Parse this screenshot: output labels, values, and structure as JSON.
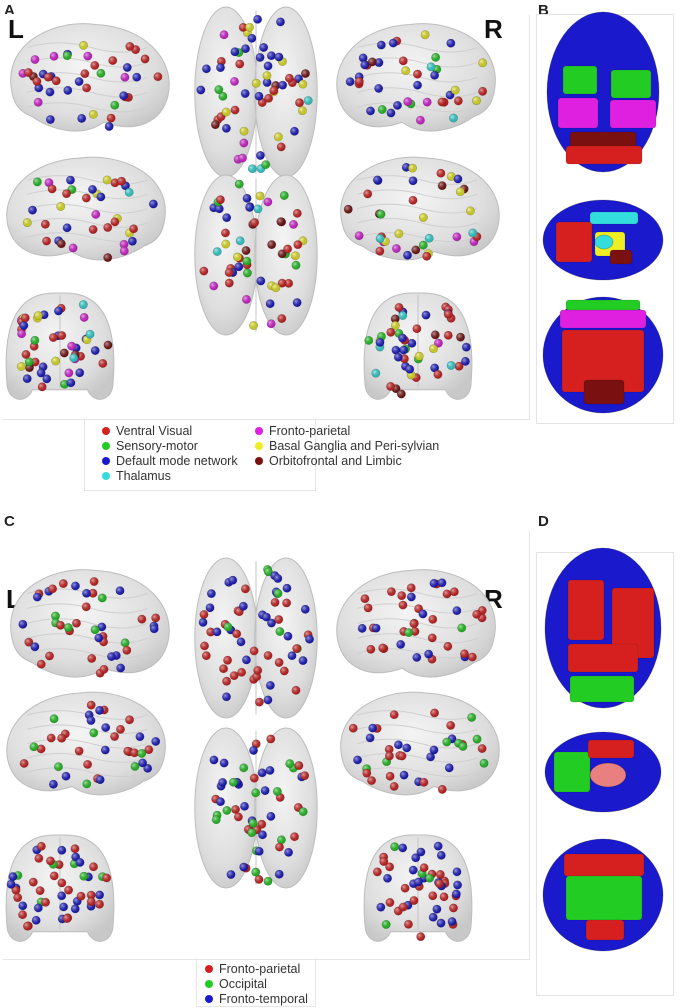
{
  "figure": {
    "panel_labels": [
      "A",
      "B",
      "C",
      "D"
    ],
    "hemisphere_left": "L",
    "hemisphere_right": "R"
  },
  "legend_top": {
    "items": [
      {
        "label": "Ventral Visual",
        "color": "#d62020"
      },
      {
        "label": "Sensory-motor",
        "color": "#22cc22"
      },
      {
        "label": "Default mode network",
        "color": "#1a1acc"
      },
      {
        "label": "Thalamus",
        "color": "#33dddd"
      },
      {
        "label": "Fronto-parietal",
        "color": "#e020e0"
      },
      {
        "label": "Basal Ganglia and Peri-sylvian",
        "color": "#eeee22"
      },
      {
        "label": "Orbitofrontal and Limbic",
        "color": "#7a1010"
      }
    ]
  },
  "legend_bottom": {
    "items": [
      {
        "label": "Fronto-parietal",
        "color": "#d62020"
      },
      {
        "label": "Occipital",
        "color": "#22cc22"
      },
      {
        "label": "Fronto-temporal",
        "color": "#1a1acc"
      }
    ]
  }
}
